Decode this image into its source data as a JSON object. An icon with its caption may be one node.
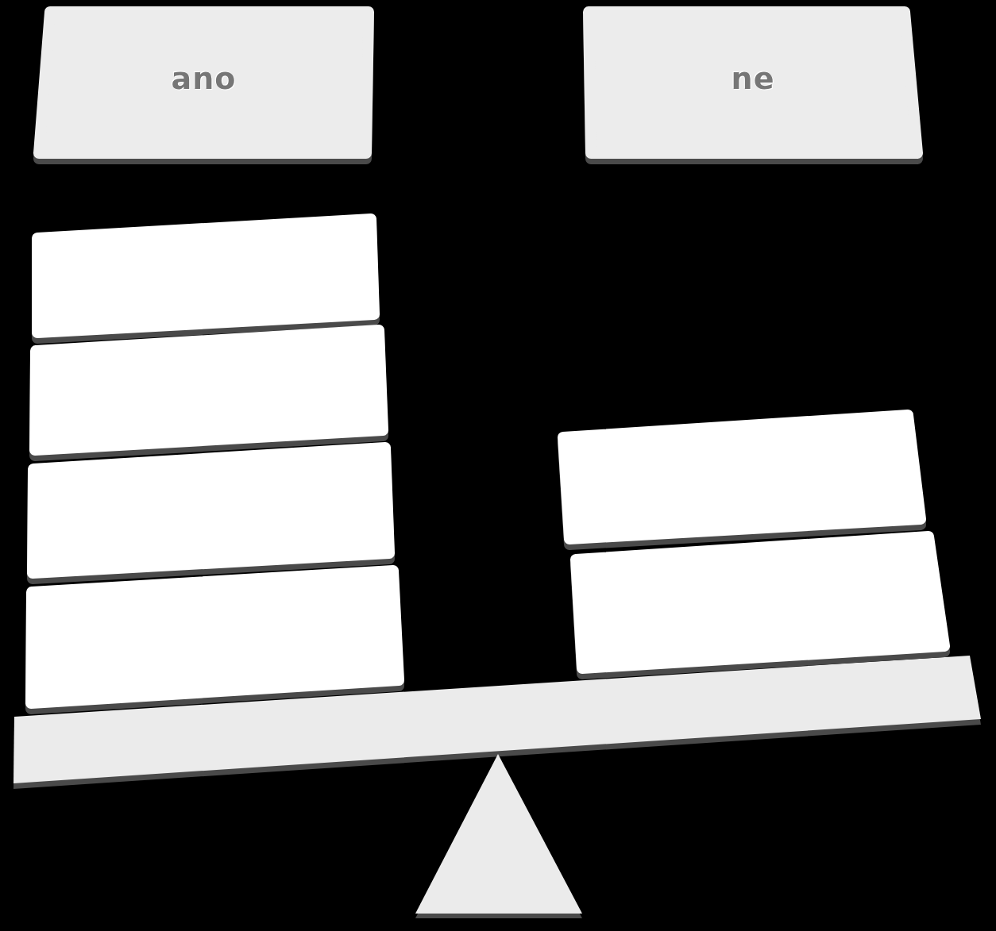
{
  "diagram": {
    "nodes": [
      {
        "text": [
          "ano"
        ]
      },
      {
        "text": [
          "ne"
        ]
      },
      {
        "text": [],
        "shape": "box"
      },
      {
        "text": [],
        "shape": "box"
      },
      {
        "text": [],
        "shape": "box"
      },
      {
        "text": [],
        "shape": "box"
      },
      {
        "text": [],
        "shape": "box"
      },
      {
        "text": [],
        "shape": "box"
      }
    ]
  }
}
